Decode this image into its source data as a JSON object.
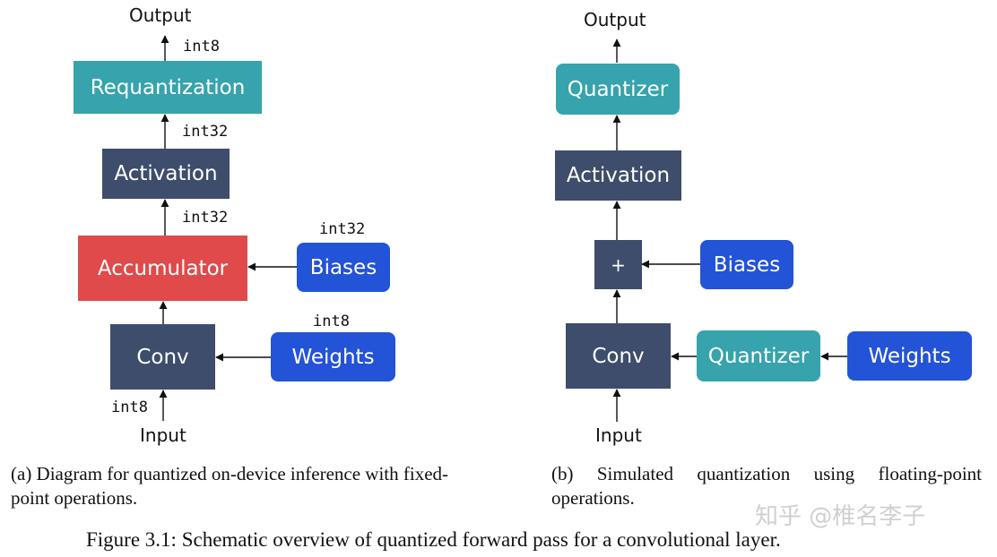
{
  "diagram_a": {
    "output_label": "Output",
    "input_label": "Input",
    "requantization": "Requantization",
    "activation": "Activation",
    "accumulator": "Accumulator",
    "biases": "Biases",
    "conv": "Conv",
    "weights": "Weights",
    "type_output": "int8",
    "type_activation_out": "int32",
    "type_accumulator_out": "int32",
    "type_biases": "int32",
    "type_weights": "int8",
    "type_input": "int8",
    "caption": "(a) Diagram for quantized on-device inference with fixed-point operations."
  },
  "diagram_b": {
    "output_label": "Output",
    "input_label": "Input",
    "quantizer_top": "Quantizer",
    "activation": "Activation",
    "plus": "+",
    "biases": "Biases",
    "conv": "Conv",
    "quantizer_weights": "Quantizer",
    "weights": "Weights",
    "caption": "(b) Simulated quantization using floating-point operations."
  },
  "figure_caption": "Figure 3.1: Schematic overview of quantized forward pass for a convolutional layer.",
  "watermark": "知乎 @椎名李子",
  "colors": {
    "navy": "#3e4d6b",
    "teal": "#36a3ad",
    "blue": "#2353d6",
    "red": "#e04a4a"
  }
}
